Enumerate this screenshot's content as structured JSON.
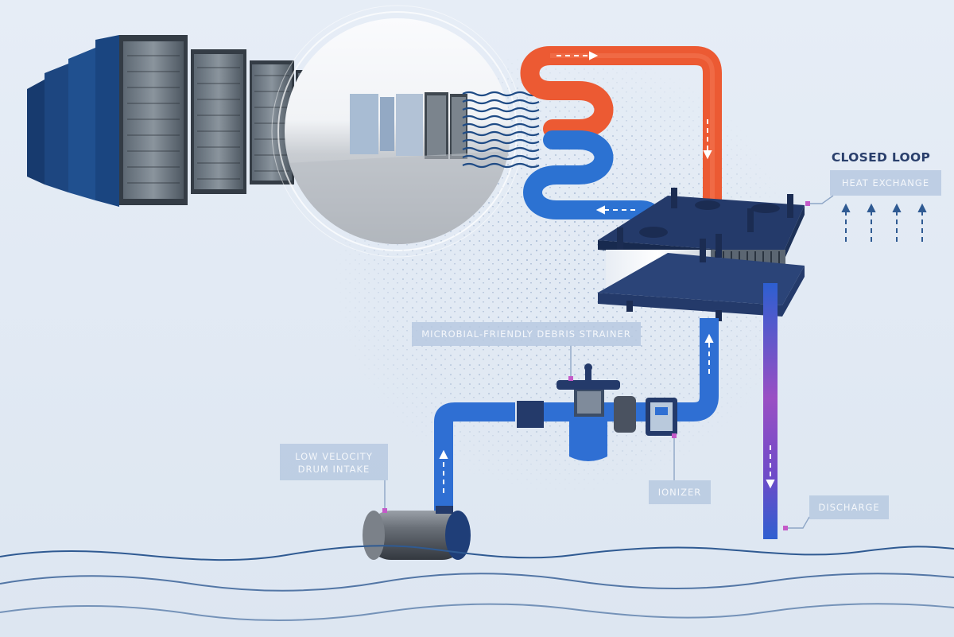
{
  "diagram": {
    "title": "CLOSED LOOP",
    "labels": {
      "heat_exchange": "HEAT EXCHANGE",
      "debris_strainer": "MICROBIAL-FRIENDLY DEBRIS STRAINER",
      "drum_intake_line1": "LOW VELOCITY",
      "drum_intake_line2": "DRUM INTAKE",
      "ionizer": "IONIZER",
      "discharge": "DISCHARGE"
    },
    "colors": {
      "hot": "#ec5a33",
      "cold": "#2c72d2",
      "pipe_blue": "#2f6fd3",
      "discharge_top": "#2d5fd0",
      "discharge_bottom": "#9a4fc4",
      "frame": "#243a6a",
      "label_bg": "#b7c9e0",
      "title": "#2a3f6c",
      "accent_dot": "#c45ac8",
      "water_line": "#2f5a92"
    }
  }
}
